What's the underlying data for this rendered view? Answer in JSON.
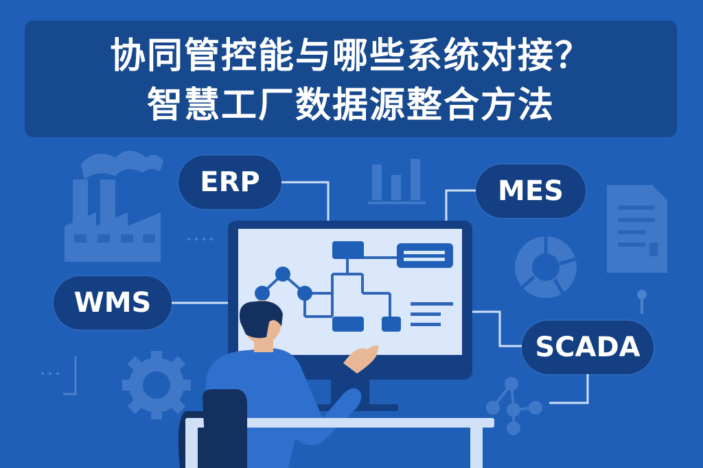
{
  "title": {
    "line1": "协同管控能与哪些系统对接？",
    "line2": "智慧工厂数据源整合方法"
  },
  "systems": {
    "erp": "ERP",
    "mes": "MES",
    "wms": "WMS",
    "scada": "SCADA"
  },
  "colors": {
    "background": "#1f5fb8",
    "title_panel": "#17498f",
    "pill": "#143f82",
    "screen": "#dbe8fb",
    "icon_muted": "#3f78c8"
  },
  "icons": [
    "factory-icon",
    "bar-chart-icon",
    "document-icon",
    "donut-chart-icon",
    "gear-icon",
    "network-icon",
    "flowchart-icon",
    "person-illustration"
  ]
}
